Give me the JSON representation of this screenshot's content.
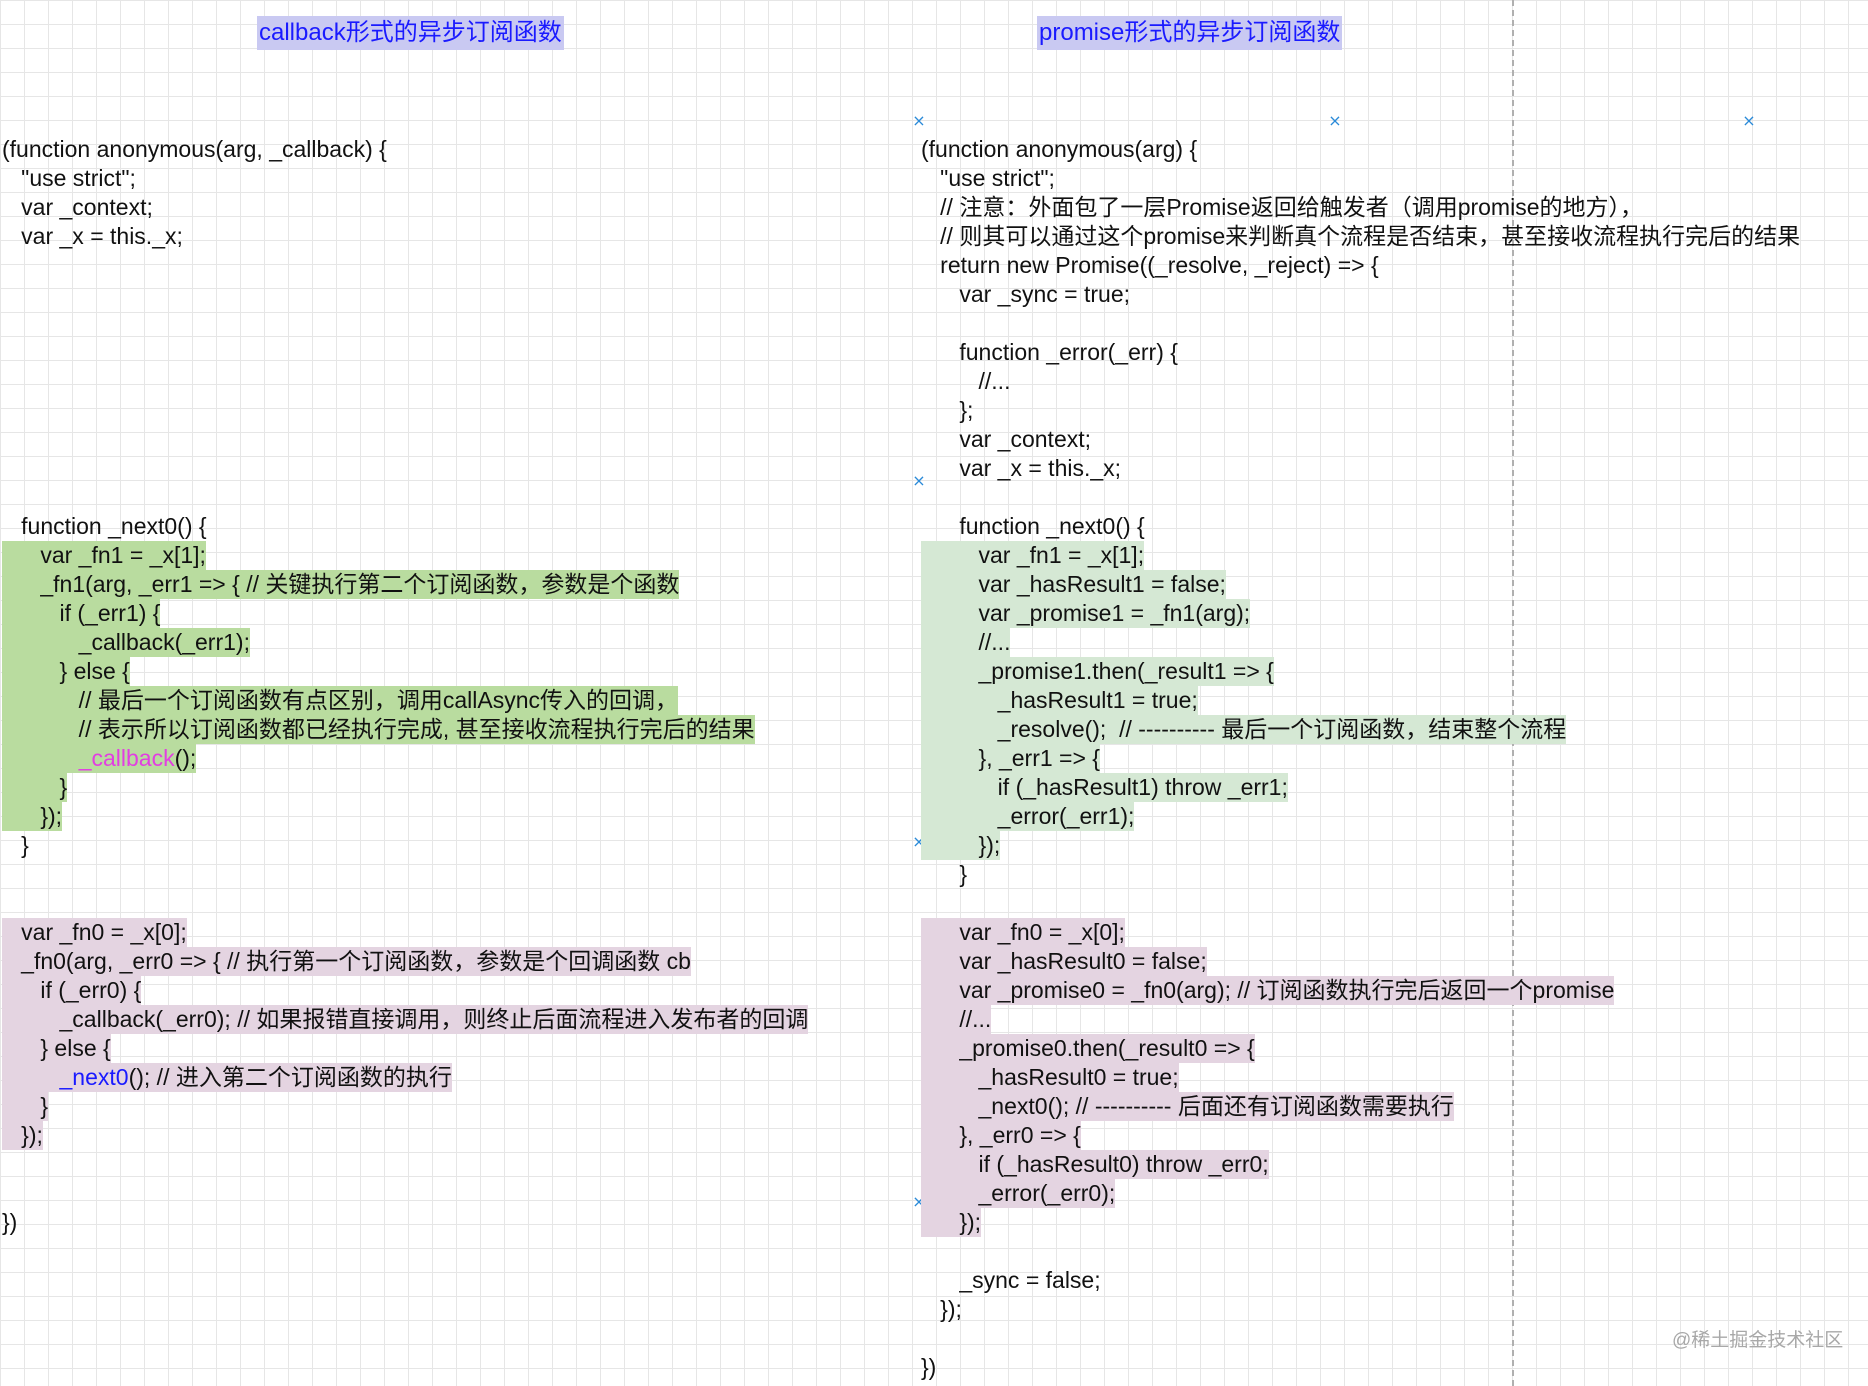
{
  "titles": {
    "left": "callback形式的异步订阅函数",
    "right": "promise形式的异步订阅函数"
  },
  "left_code": [
    {
      "t": "(function anonymous(arg, _callback) {",
      "hl": ""
    },
    {
      "t": "   \"use strict\";",
      "hl": ""
    },
    {
      "t": "   var _context;",
      "hl": ""
    },
    {
      "t": "   var _x = this._x;",
      "hl": ""
    },
    {
      "t": "",
      "hl": ""
    },
    {
      "t": "",
      "hl": ""
    },
    {
      "t": "",
      "hl": ""
    },
    {
      "t": "",
      "hl": ""
    },
    {
      "t": "",
      "hl": ""
    },
    {
      "t": "",
      "hl": ""
    },
    {
      "t": "",
      "hl": ""
    },
    {
      "t": "",
      "hl": ""
    },
    {
      "t": "",
      "hl": ""
    },
    {
      "t": "   function _next0() {",
      "hl": ""
    },
    {
      "t": "      var _fn1 = _x[1];",
      "hl": "g"
    },
    {
      "t": "      _fn1(arg, _err1 => { // 关键执行第二个订阅函数，参数是个函数",
      "hl": "g"
    },
    {
      "t": "         if (_err1) {",
      "hl": "g"
    },
    {
      "t": "            _callback(_err1);",
      "hl": "g"
    },
    {
      "t": "         } else {",
      "hl": "g"
    },
    {
      "t": "            // 最后一个订阅函数有点区别，调用callAsync传入的回调，",
      "hl": "g"
    },
    {
      "t": "            // 表示所以订阅函数都已经执行完成, 甚至接收流程执行完后的结果",
      "hl": "g"
    },
    {
      "pre": "            ",
      "mag": "_callback",
      "post": "();",
      "hl": "g"
    },
    {
      "t": "         }",
      "hl": "g"
    },
    {
      "t": "      });",
      "hl": "g"
    },
    {
      "t": "   }",
      "hl": ""
    },
    {
      "t": "",
      "hl": ""
    },
    {
      "t": "",
      "hl": ""
    },
    {
      "t": "   var _fn0 = _x[0];",
      "hl": "p"
    },
    {
      "t": "   _fn0(arg, _err0 => { // 执行第一个订阅函数，参数是个回调函数 cb",
      "hl": "p"
    },
    {
      "t": "      if (_err0) {",
      "hl": "p"
    },
    {
      "t": "         _callback(_err0); // 如果报错直接调用，则终止后面流程进入发布者的回调",
      "hl": "p"
    },
    {
      "t": "      } else {",
      "hl": "p"
    },
    {
      "pre": "         ",
      "blue": "_next0",
      "post": "(); // 进入第二个订阅函数的执行",
      "hl": "p"
    },
    {
      "t": "      }",
      "hl": "p"
    },
    {
      "t": "   });",
      "hl": "p"
    },
    {
      "t": "",
      "hl": ""
    },
    {
      "t": "",
      "hl": ""
    },
    {
      "t": "})",
      "hl": ""
    }
  ],
  "right_code": [
    {
      "t": "(function anonymous(arg) {",
      "hl": ""
    },
    {
      "t": "   \"use strict\";",
      "hl": ""
    },
    {
      "t": "   // 注意：外面包了一层Promise返回给触发者（调用promise的地方），",
      "hl": ""
    },
    {
      "t": "   // 则其可以通过这个promise来判断真个流程是否结束，甚至接收流程执行完后的结果",
      "hl": ""
    },
    {
      "t": "   return new Promise((_resolve, _reject) => {",
      "hl": ""
    },
    {
      "t": "      var _sync = true;",
      "hl": ""
    },
    {
      "t": "",
      "hl": ""
    },
    {
      "t": "      function _error(_err) {",
      "hl": ""
    },
    {
      "t": "         //...",
      "hl": ""
    },
    {
      "t": "      };",
      "hl": ""
    },
    {
      "t": "      var _context;",
      "hl": ""
    },
    {
      "t": "      var _x = this._x;",
      "hl": ""
    },
    {
      "t": "",
      "hl": ""
    },
    {
      "t": "      function _next0() {",
      "hl": ""
    },
    {
      "t": "         var _fn1 = _x[1];",
      "hl": "lg"
    },
    {
      "t": "         var _hasResult1 = false;",
      "hl": "lg"
    },
    {
      "t": "         var _promise1 = _fn1(arg);",
      "hl": "lg"
    },
    {
      "t": "         //...",
      "hl": "lg"
    },
    {
      "t": "         _promise1.then(_result1 => {",
      "hl": "lg"
    },
    {
      "t": "            _hasResult1 = true;",
      "hl": "lg"
    },
    {
      "t": "            _resolve();  // ---------- 最后一个订阅函数，结束整个流程",
      "hl": "lg"
    },
    {
      "t": "         }, _err1 => {",
      "hl": "lg"
    },
    {
      "t": "            if (_hasResult1) throw _err1;",
      "hl": "lg"
    },
    {
      "t": "            _error(_err1);",
      "hl": "lg"
    },
    {
      "t": "         });",
      "hl": "lg"
    },
    {
      "t": "      }",
      "hl": ""
    },
    {
      "t": "",
      "hl": ""
    },
    {
      "t": "      var _fn0 = _x[0];",
      "hl": "p"
    },
    {
      "t": "      var _hasResult0 = false;",
      "hl": "p"
    },
    {
      "t": "      var _promise0 = _fn0(arg); // 订阅函数执行完后返回一个promise",
      "hl": "p"
    },
    {
      "t": "      //...",
      "hl": "p"
    },
    {
      "t": "      _promise0.then(_result0 => {",
      "hl": "p"
    },
    {
      "t": "         _hasResult0 = true;",
      "hl": "p"
    },
    {
      "t": "         _next0(); // ---------- 后面还有订阅函数需要执行",
      "hl": "p"
    },
    {
      "t": "      }, _err0 => {",
      "hl": "p"
    },
    {
      "t": "         if (_hasResult0) throw _err0;",
      "hl": "p"
    },
    {
      "t": "         _error(_err0);",
      "hl": "p"
    },
    {
      "t": "      });",
      "hl": "p"
    },
    {
      "t": "",
      "hl": ""
    },
    {
      "t": "      _sync = false;",
      "hl": ""
    },
    {
      "t": "   });",
      "hl": ""
    },
    {
      "t": "",
      "hl": ""
    },
    {
      "t": "})",
      "hl": ""
    }
  ],
  "markers": {
    "symbol": "×"
  },
  "watermark": "@稀土掘金技术社区"
}
